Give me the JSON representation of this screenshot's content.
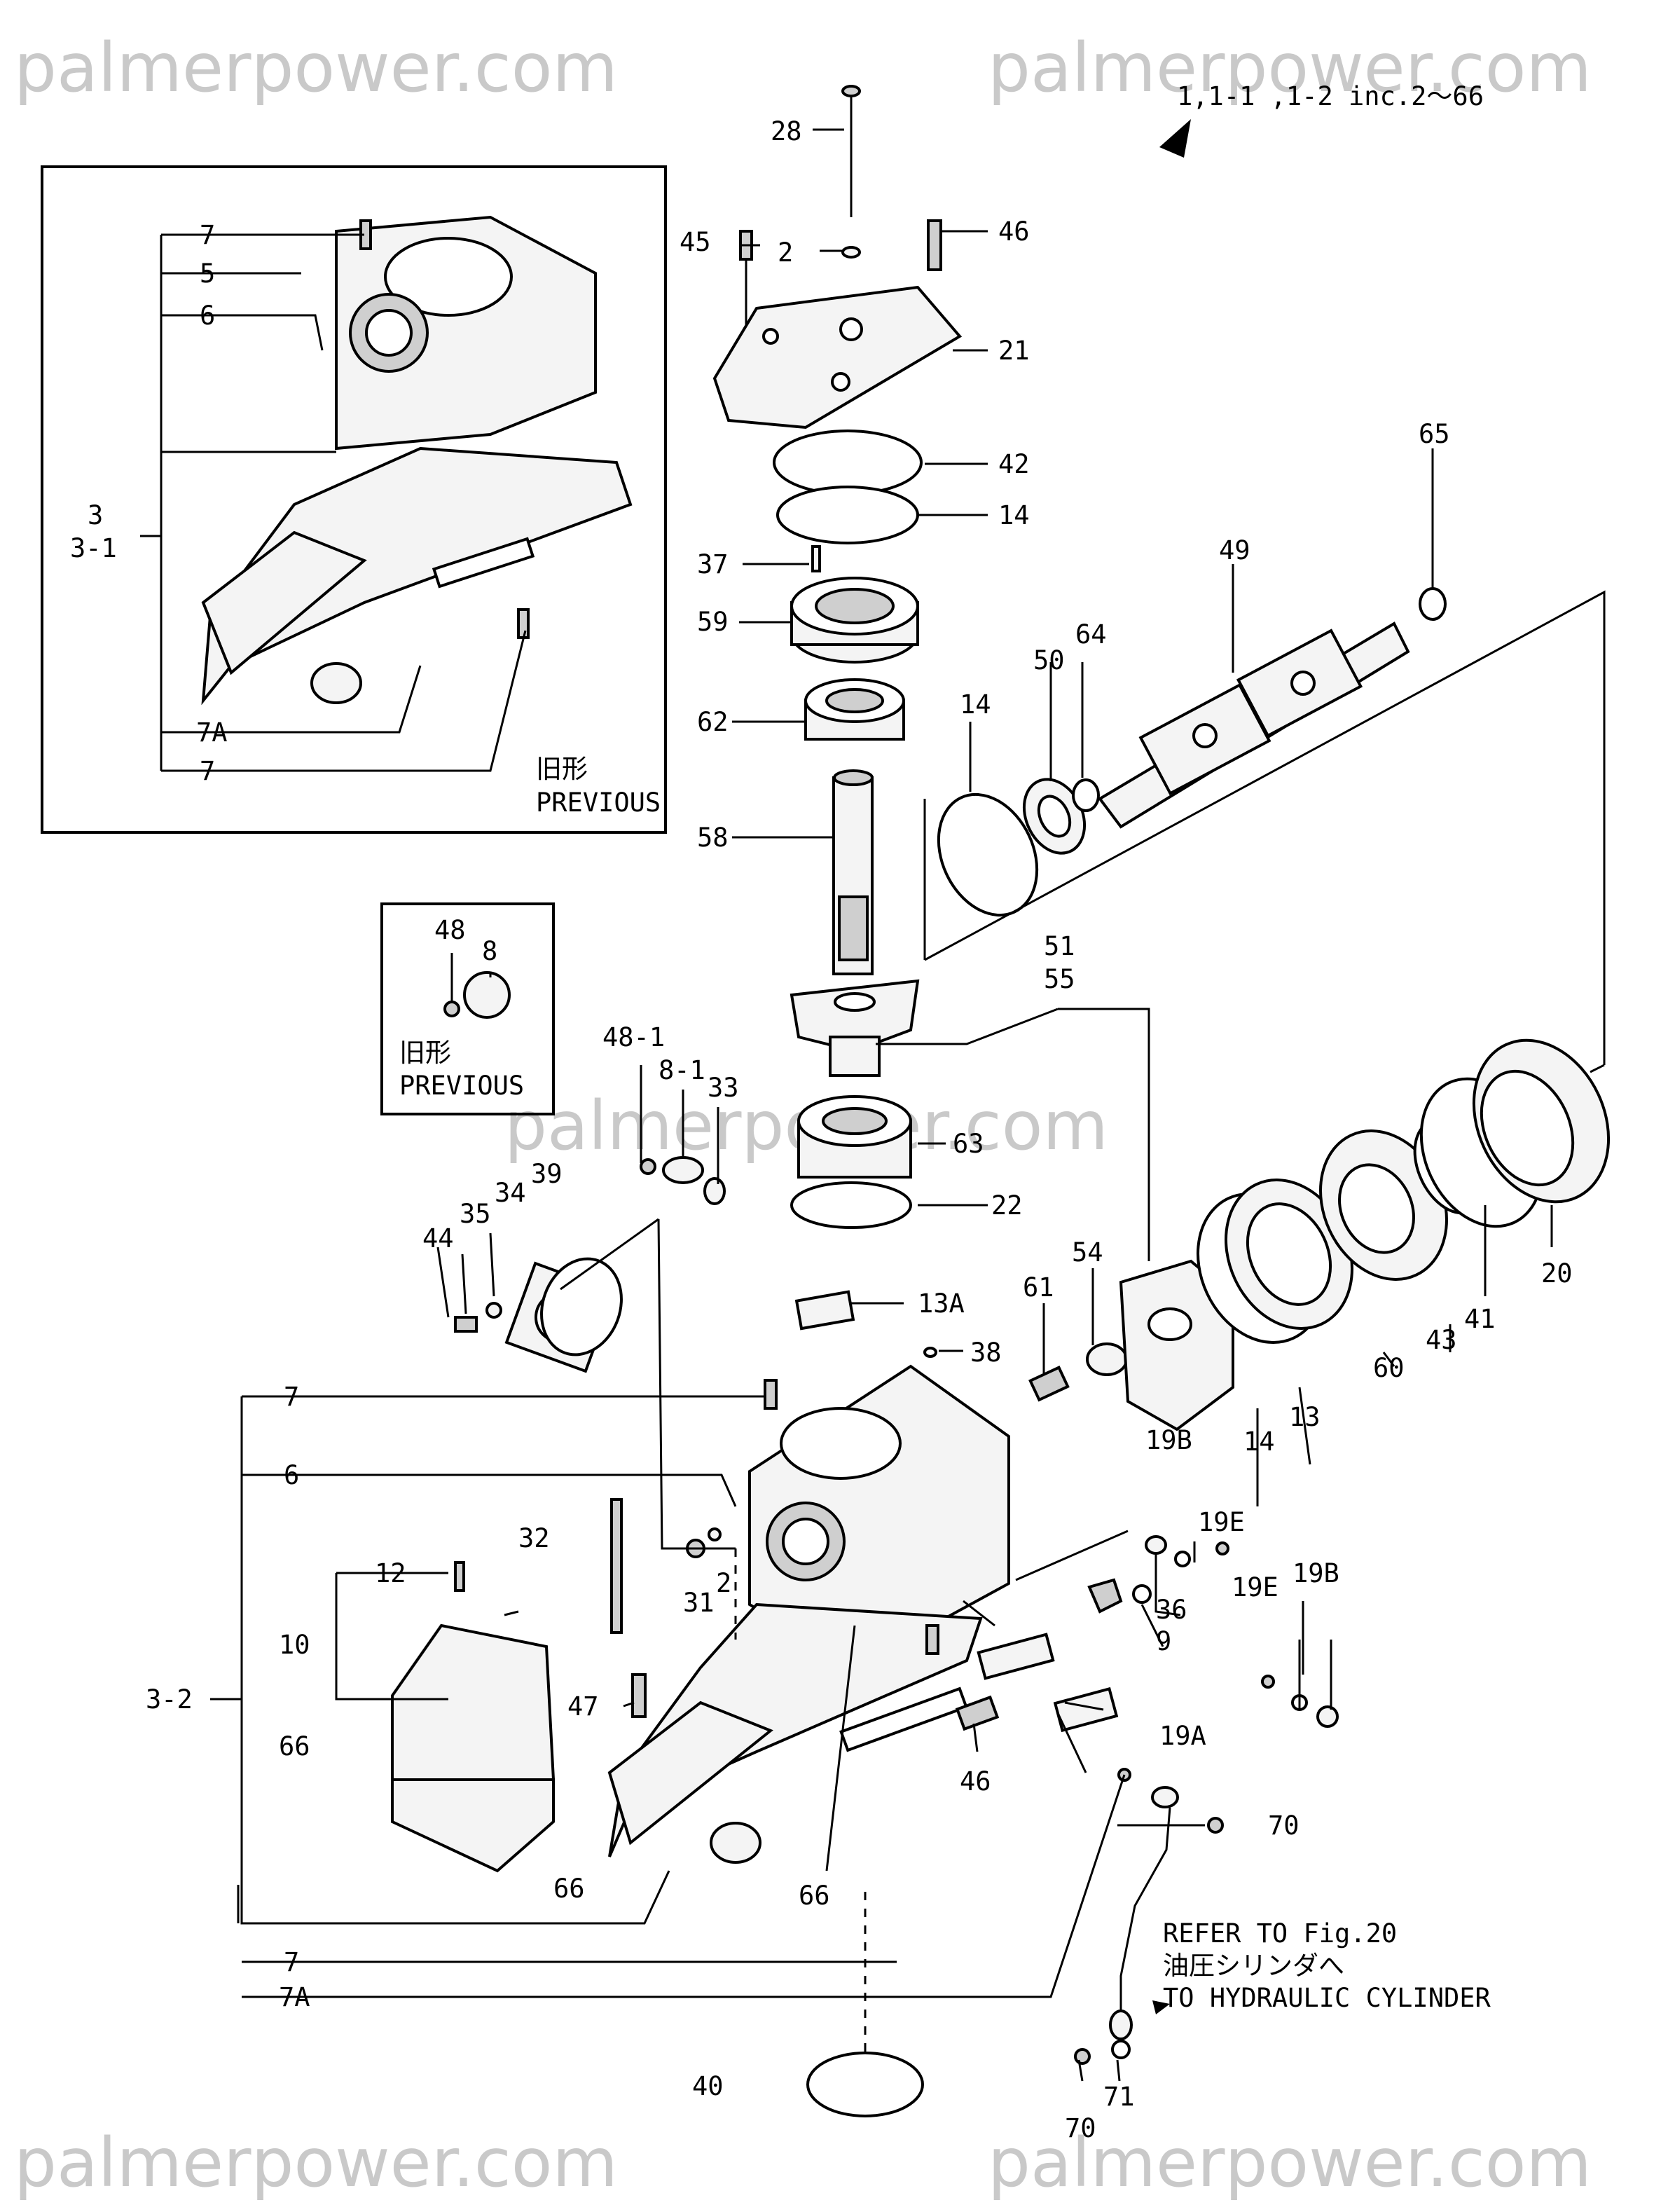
{
  "watermarks": [
    "palmerpower.com",
    "palmerpower.com",
    "palmerpower.com",
    "palmerpower.com",
    "palmerpower.com"
  ],
  "header": {
    "applicability": "1,1-1 ,1-2 inc.2〜66"
  },
  "previous_box_large": {
    "label_jp": "旧形",
    "label_en": "PREVIOUS"
  },
  "previous_box_small": {
    "label_jp": "旧形",
    "label_en": "PREVIOUS"
  },
  "note": {
    "line1": "REFER TO Fig.20",
    "line2": "油圧シリンダへ",
    "line3": "TO HYDRAULIC CYLINDER"
  },
  "callouts": [
    "28",
    "45",
    "2",
    "46",
    "21",
    "42",
    "14",
    "37",
    "59",
    "62",
    "58",
    "65",
    "49",
    "14",
    "50",
    "64",
    "51",
    "55",
    "48-1",
    "8-1",
    "33",
    "63",
    "22",
    "39",
    "34",
    "35",
    "44",
    "61",
    "54",
    "14",
    "13",
    "60",
    "43",
    "41",
    "20",
    "13A",
    "38",
    "7",
    "6",
    "32",
    "31",
    "2",
    "19B",
    "19E",
    "36",
    "9",
    "19E",
    "19B",
    "12",
    "10",
    "3-2",
    "66",
    "47",
    "46",
    "19A",
    "66",
    "66",
    "70",
    "7",
    "7A",
    "40",
    "70",
    "71",
    "7",
    "5",
    "6",
    "3",
    "3-1",
    "7A",
    "7",
    "48",
    "8"
  ]
}
